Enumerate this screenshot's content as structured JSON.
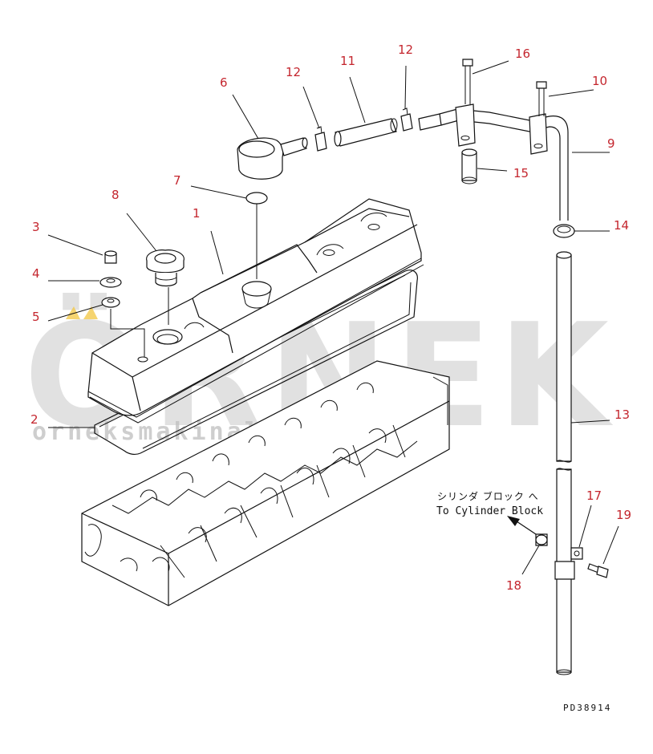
{
  "drawing": {
    "japanese_label": "シリンダ ブロック へ",
    "english_label": "To Cylinder Block",
    "drawing_code": "PD38914",
    "watermark_main": "ÖRNEK",
    "watermark_url": "orneksmakinalari.com.tr"
  },
  "callouts": [
    "1",
    "2",
    "3",
    "4",
    "5",
    "6",
    "7",
    "8",
    "9",
    "10",
    "11",
    "12",
    "13",
    "14",
    "15",
    "16",
    "17",
    "18",
    "19"
  ],
  "colors": {
    "callout": "#c4262e",
    "line": "#111111",
    "watermark": "#c9c9c9",
    "accent": "#f2c94c"
  }
}
